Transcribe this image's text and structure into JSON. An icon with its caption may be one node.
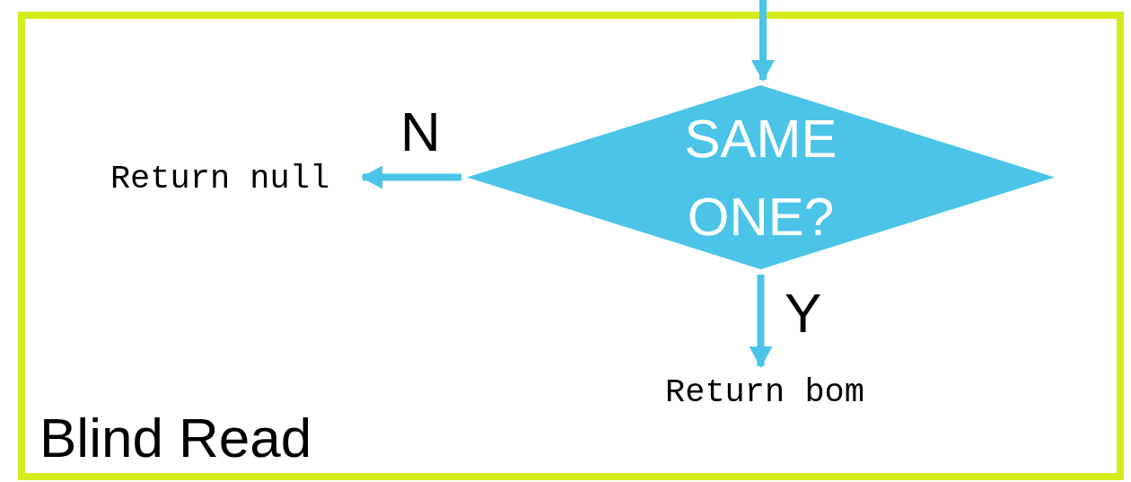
{
  "diagram": {
    "nodes": [
      {
        "text": [
          "Blind Read"
        ]
      },
      {
        "text": [
          "SAME ONE?"
        ],
        "in": 0
      },
      {
        "text": [
          "Return null"
        ],
        "in": 0
      },
      {
        "text": [
          "Return bom"
        ],
        "in": 0
      }
    ],
    "edges": [
      {
        "from": null,
        "to": 1,
        "arrow": "to"
      },
      {
        "from": 1,
        "to": 2,
        "arrow": "to",
        "label": "N"
      },
      {
        "from": 1,
        "to": 3,
        "arrow": "to",
        "label": "Y"
      }
    ]
  }
}
